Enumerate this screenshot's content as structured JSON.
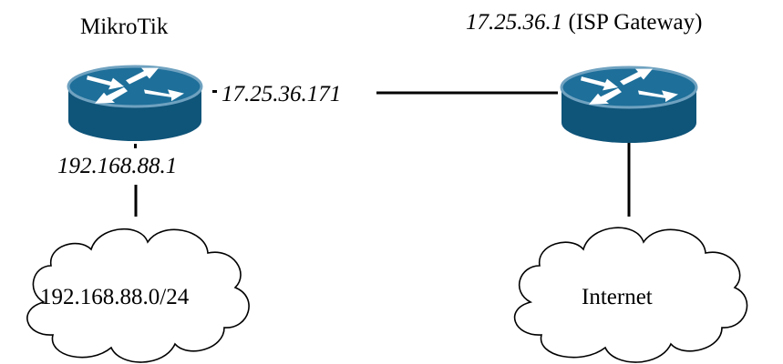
{
  "diagram": {
    "nodes": {
      "router_left": {
        "title": "MikroTik",
        "icon": "router-icon",
        "lan_ip": "192.168.88.1",
        "wan_ip": "17.25.36.171"
      },
      "router_right": {
        "ip": "17.25.36.1",
        "role": "(ISP Gateway)",
        "icon": "router-icon"
      },
      "cloud_left": {
        "label": "192.168.88.0/24",
        "icon": "cloud-icon"
      },
      "cloud_right": {
        "label": "Internet",
        "icon": "cloud-icon"
      }
    },
    "links": [
      {
        "from": "router_left",
        "to": "router_right"
      },
      {
        "from": "router_left",
        "to": "cloud_left"
      },
      {
        "from": "router_right",
        "to": "cloud_right"
      }
    ],
    "colors": {
      "router_top": "#1e6f9a",
      "router_body": "#0f5479",
      "router_edge": "#6fa2c0",
      "arrow": "#ffffff",
      "line": "#000000"
    }
  }
}
